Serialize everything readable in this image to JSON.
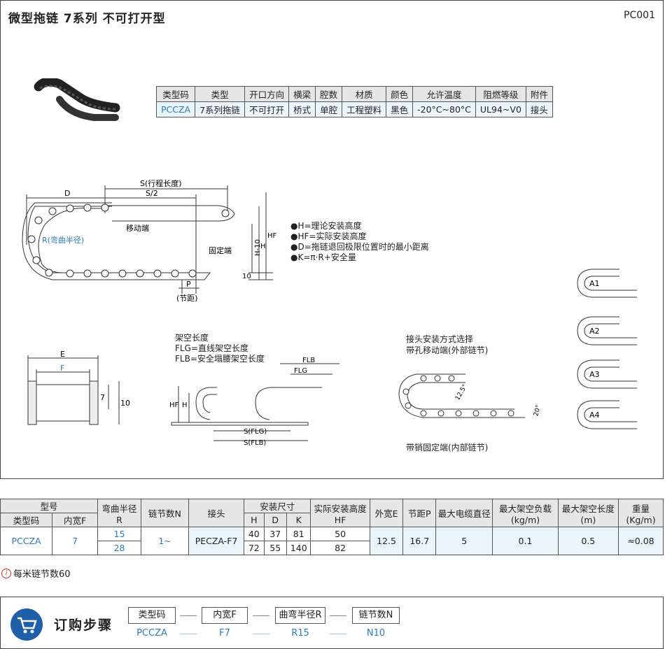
{
  "header": {
    "title": "微型拖链  7系列  不可打开型",
    "code": "PC001"
  },
  "spec_table": {
    "headers": [
      "类型码",
      "类型",
      "开口方向",
      "横梁",
      "腔数",
      "材质",
      "颜色",
      "允许温度",
      "阻燃等级",
      "附件"
    ],
    "values": [
      "PCCZA",
      "7系列拖链",
      "不可打开",
      "桥式",
      "单腔",
      "工程塑料",
      "黑色",
      "-20°C~80°C",
      "UL94~V0",
      "接头"
    ]
  },
  "diagram_main": {
    "S": "S(行程长度)",
    "S2": "S/2",
    "D": "D",
    "move_end": "移动端",
    "fixed_end": "固定端",
    "R": "R(弯曲半径)",
    "P": "P",
    "pitch": "(节距)",
    "HF": "HF",
    "H": "H",
    "H10": "H-10",
    "ten": "10"
  },
  "legend_notes": [
    "●H=理论安装高度",
    "●HF=实际安装高度",
    "●D=拖链退回极限位置时的最小距离",
    "●K=π·R+安全量"
  ],
  "side_views": [
    "A1",
    "A2",
    "A3",
    "A4"
  ],
  "cross_section": {
    "E": "E",
    "F": "F",
    "seven": "7",
    "ten": "10"
  },
  "span": {
    "title": "架空长度",
    "flg": "FLG=直线架空长度",
    "flb": "FLB=安全塌腰架空长度",
    "lbl_flb": "FLB",
    "lbl_flg": "FLG",
    "lbl_hf": "HF",
    "lbl_h": "H",
    "lbl_sflg": "S(FLG)",
    "lbl_sflb": "S(FLB)"
  },
  "connector": {
    "title": "接头安装方式选择",
    "move": "带孔移动端(外部链节)",
    "fixed": "带销固定端(内部链节)",
    "a1": "12.5°",
    "a2": "20°"
  },
  "main_table": {
    "h_model": "型号",
    "h_code": "类型码",
    "h_width": "内宽F",
    "h_radius": "弯曲半径R",
    "h_links": "链节数N",
    "h_joint": "接头",
    "h_install": "安装尺寸",
    "h_H": "H",
    "h_D": "D",
    "h_K": "K",
    "h_real": "实际安装高度HF",
    "h_outer": "外宽E",
    "h_pitch": "节距P",
    "h_cable": "最大电缆直径",
    "h_load": "最大架空负载(kg/m)",
    "h_span": "最大架空长度(m)",
    "h_weight": "重量(Kg/m)",
    "code": "PCCZA",
    "width": "7",
    "r1": "15",
    "r2": "28",
    "links": "1~",
    "joint": "PECZA-F7",
    "H1": "40",
    "D1": "37",
    "K1": "81",
    "HF1": "50",
    "H2": "72",
    "D2": "55",
    "K2": "140",
    "HF2": "82",
    "outer": "12.5",
    "pitch": "16.7",
    "cable": "5",
    "load": "0.1",
    "span": "0.5",
    "weight": "≈0.08"
  },
  "note": "每米链节数60",
  "order": {
    "title": "订购步骤",
    "steps": [
      "类型码",
      "内宽F",
      "曲弯半径R",
      "链节数N"
    ],
    "values": [
      "PCCZA",
      "F7",
      "R15",
      "N10"
    ]
  }
}
